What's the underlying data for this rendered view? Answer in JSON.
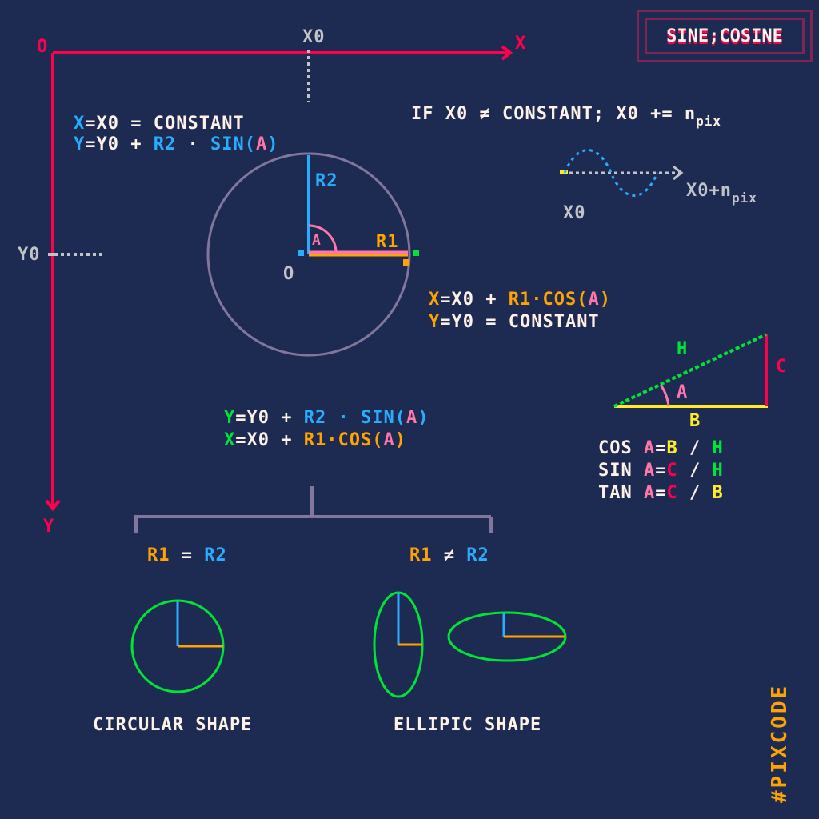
{
  "title": "SINE;COSINE",
  "hashtag": "#PIXCODE",
  "axes": {
    "origin": "O",
    "x_axis": "X",
    "y_axis": "Y",
    "x0": "X0",
    "y0": "Y0"
  },
  "circle": {
    "r2": "R2",
    "r1": "R1",
    "angle": "A",
    "center": "O"
  },
  "equations": {
    "vertical": {
      "x_part": "X",
      "x_rest": "=X0 = CONSTANT",
      "y_part": "Y",
      "y_mid": "=Y0 + ",
      "y_r2": "R2",
      "y_dot": " · ",
      "y_sin": "SIN(",
      "y_a": "A",
      "y_close": ")"
    },
    "horizontal": {
      "x_part": "X",
      "x_mid": "=X0 + ",
      "x_r1": "R1",
      "x_cos": "·COS(",
      "x_a": "A",
      "x_close": ")",
      "y_part": "Y",
      "y_rest": "=Y0 = CONSTANT"
    },
    "combined": {
      "line1_y": "Y",
      "line1_mid": "=Y0 + ",
      "line1_r2": "R2",
      "line1_sin": " · SIN(",
      "line1_a": "A",
      "line1_close": ")",
      "line2_x": "X",
      "line2_mid": "=X0 + ",
      "line2_r1": "R1",
      "line2_cos": "·COS(",
      "line2_a": "A",
      "line2_close": ")"
    }
  },
  "wave": {
    "condition": "IF X0 ≠ CONSTANT; X0 += n",
    "condition_sub": "pix",
    "start_label": "X0",
    "end_label": "X0+n",
    "end_sub": "pix"
  },
  "triangle": {
    "hyp": "H",
    "opp": "C",
    "adj": "B",
    "angle": "A",
    "formulas": [
      {
        "fn": "COS ",
        "a": "A",
        "eq": "=",
        "num": "B",
        "div": " / ",
        "den": "H",
        "num_color": "#ffec27",
        "den_color": "#00e436"
      },
      {
        "fn": "SIN ",
        "a": "A",
        "eq": "=",
        "num": "C",
        "div": " / ",
        "den": "H",
        "num_color": "#ff004d",
        "den_color": "#00e436"
      },
      {
        "fn": "TAN ",
        "a": "A",
        "eq": "=",
        "num": "C",
        "div": " / ",
        "den": "B",
        "num_color": "#ff004d",
        "den_color": "#ffec27"
      }
    ]
  },
  "shapes": {
    "left_r1": "R1",
    "left_op": " = ",
    "left_r2": "R2",
    "right_r1": "R1",
    "right_op": " ≠ ",
    "right_r2": "R2",
    "circular_label": "CIRCULAR SHAPE",
    "elliptic_label": "ELLIPIC SHAPE"
  },
  "colors": {
    "background": "#1d2b53",
    "axis": "#ff004d",
    "r2": "#29adff",
    "r1": "#ffa300",
    "angle": "#ff77a8",
    "green": "#00e436",
    "yellow": "#ffec27",
    "circle": "#83769c",
    "text": "#fff1e8",
    "badge_border": "#7e2553"
  }
}
